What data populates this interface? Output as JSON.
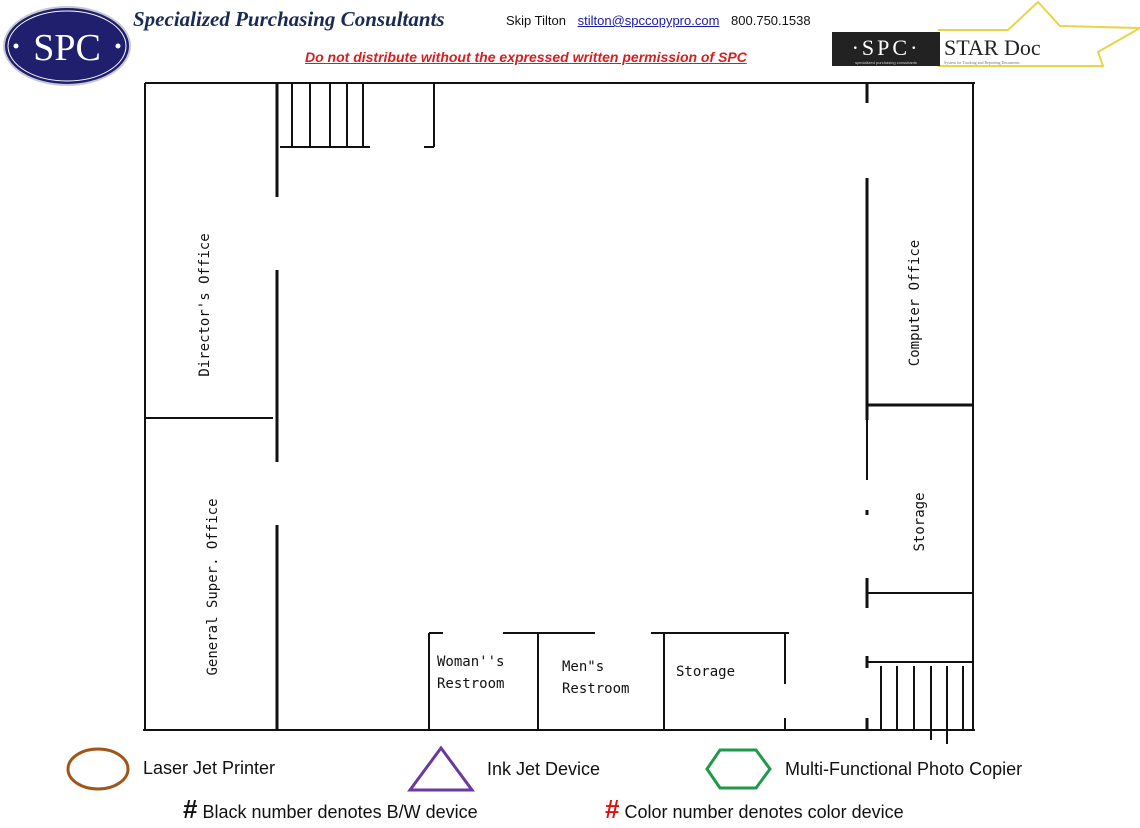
{
  "header": {
    "logo_text": "SPC",
    "company_name": "Specialized Purchasing Consultants",
    "contact_name": "Skip Tilton",
    "contact_email": "stilton@spccopypro.com",
    "contact_phone": "800.750.1538",
    "warning": "Do not distribute without the expressed written permission of SPC",
    "star_logo": {
      "left_text": "SPC",
      "left_subtext": "specialized purchasing consultants",
      "right_text": "STAR Doc",
      "right_subtext": "System for Tracking and Reporting Documents"
    }
  },
  "rooms": {
    "directors_office": "Director's Office",
    "general_super_office": "General Super. Office",
    "computer_office": "Computer Office",
    "storage_right": "Storage",
    "womens_restroom_1": "Woman''s",
    "womens_restroom_2": "Restroom",
    "mens_restroom_1": "Men\"s",
    "mens_restroom_2": "Restroom",
    "storage_bottom": "Storage"
  },
  "legend": {
    "laser_jet": "Laser Jet Printer",
    "ink_jet": "Ink Jet Device",
    "mfp": "Multi-Functional Photo Copier",
    "hash_symbol": "#",
    "bw_note": "Black number denotes B/W device",
    "color_note": "Color number denotes color device",
    "colors": {
      "laser": "#a0561a",
      "inkjet": "#6a3aa0",
      "mfp": "#1f9a4a",
      "color_hash": "#e01010"
    }
  }
}
